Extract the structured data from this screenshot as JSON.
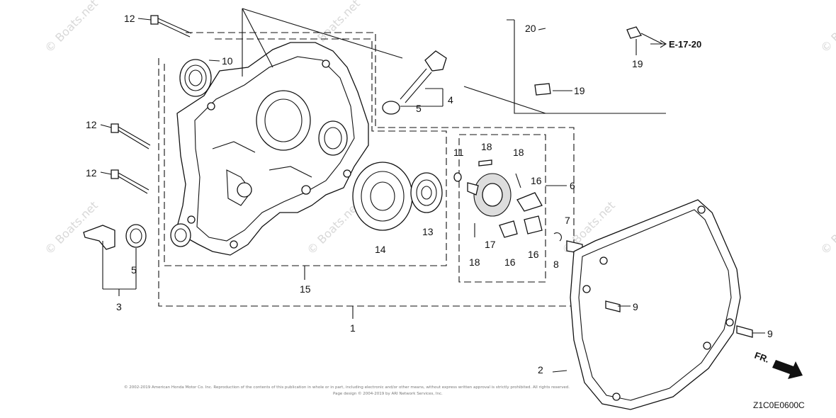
{
  "figure_code": "Z1C0E0600C",
  "reference": "E-17-20",
  "direction_label": "FR.",
  "watermark": "© Boats.net",
  "copyright_line1": "© 2002-2019 American Honda Motor Co. Inc. Reproduction of the contents of this publication in whole or in part, including electronic and/or other means, without express written approval is strictly prohibited. All rights reserved.",
  "copyright_line2": "Page design © 2004-2019 by ARI Network Services, Inc.",
  "callouts": {
    "c1": "1",
    "c2": "2",
    "c3": "3",
    "c4": "4",
    "c5a": "5",
    "c5b": "5",
    "c6": "6",
    "c7": "7",
    "c8": "8",
    "c9a": "9",
    "c9b": "9",
    "c10": "10",
    "c11": "11",
    "c12a": "12",
    "c12b": "12",
    "c12c": "12",
    "c13": "13",
    "c14": "14",
    "c15": "15",
    "c16a": "16",
    "c16b": "16",
    "c16c": "16",
    "c17": "17",
    "c18a": "18",
    "c18b": "18",
    "c18c": "18",
    "c19a": "19",
    "c19b": "19",
    "c20": "20"
  }
}
